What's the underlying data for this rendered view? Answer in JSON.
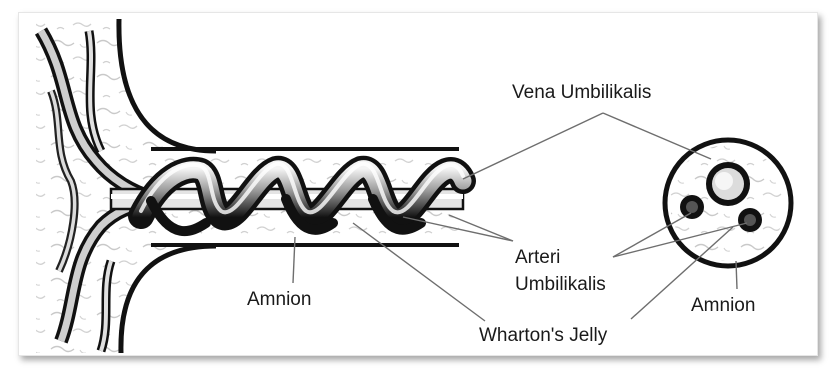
{
  "labels": {
    "vena_umbilikalis": "Vena Umbilikalis",
    "arteri_line1": "Arteri",
    "arteri_line2": "Umbilikalis",
    "amnion_left": "Amnion",
    "amnion_right": "Amnion",
    "whartons_jelly": "Wharton's Jelly"
  }
}
